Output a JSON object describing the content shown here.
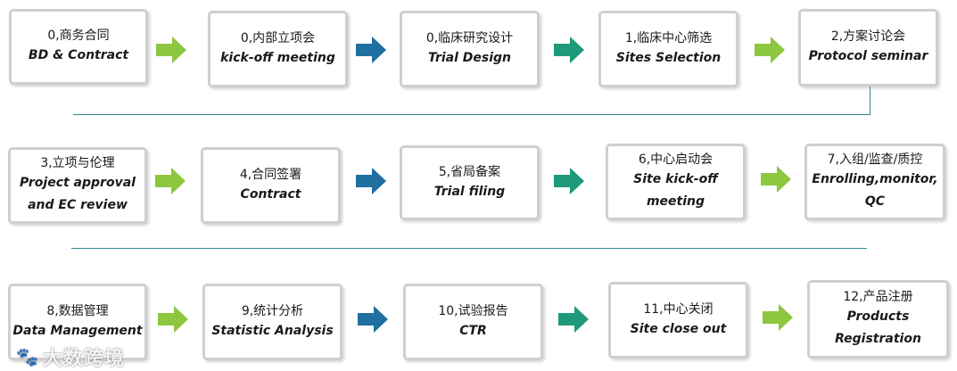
{
  "steps": [
    {
      "cn": "0,商务合同",
      "en": "BD & Contract"
    },
    {
      "cn": "0,内部立项会",
      "en": "kick-off meeting"
    },
    {
      "cn": "0,临床研究设计",
      "en": "Trial Design"
    },
    {
      "cn": "1,临床中心筛选",
      "en": "Sites Selection"
    },
    {
      "cn": "2,方案讨论会",
      "en": "Protocol seminar"
    },
    {
      "cn": "3,立项与伦理",
      "en": "Project approval and EC review"
    },
    {
      "cn": "4,合同签署",
      "en": "Contract"
    },
    {
      "cn": "5,省局备案",
      "en": "Trial filing"
    },
    {
      "cn": "6,中心启动会",
      "en": "Site kick-off meeting"
    },
    {
      "cn": "7,入组/监查/质控",
      "en": "Enrolling,monitor, QC"
    },
    {
      "cn": "8,数据管理",
      "en": "Data Management"
    },
    {
      "cn": "9,统计分析",
      "en": "Statistic Analysis"
    },
    {
      "cn": "10,试验报告",
      "en": "CTR"
    },
    {
      "cn": "11,中心关闭",
      "en": "Site close out"
    },
    {
      "cn": "12,产品注册",
      "en": "Products Registration"
    }
  ],
  "watermark": {
    "text": "大数跨境",
    "logo_icon": "paw-logo-icon"
  },
  "colors": {
    "green_arrow": "#8dc63f",
    "blue_arrow": "#1f6fa0",
    "teal_arrow": "#1e9a7a",
    "rule": "#2b8a94",
    "border": "#cfcfcf"
  }
}
